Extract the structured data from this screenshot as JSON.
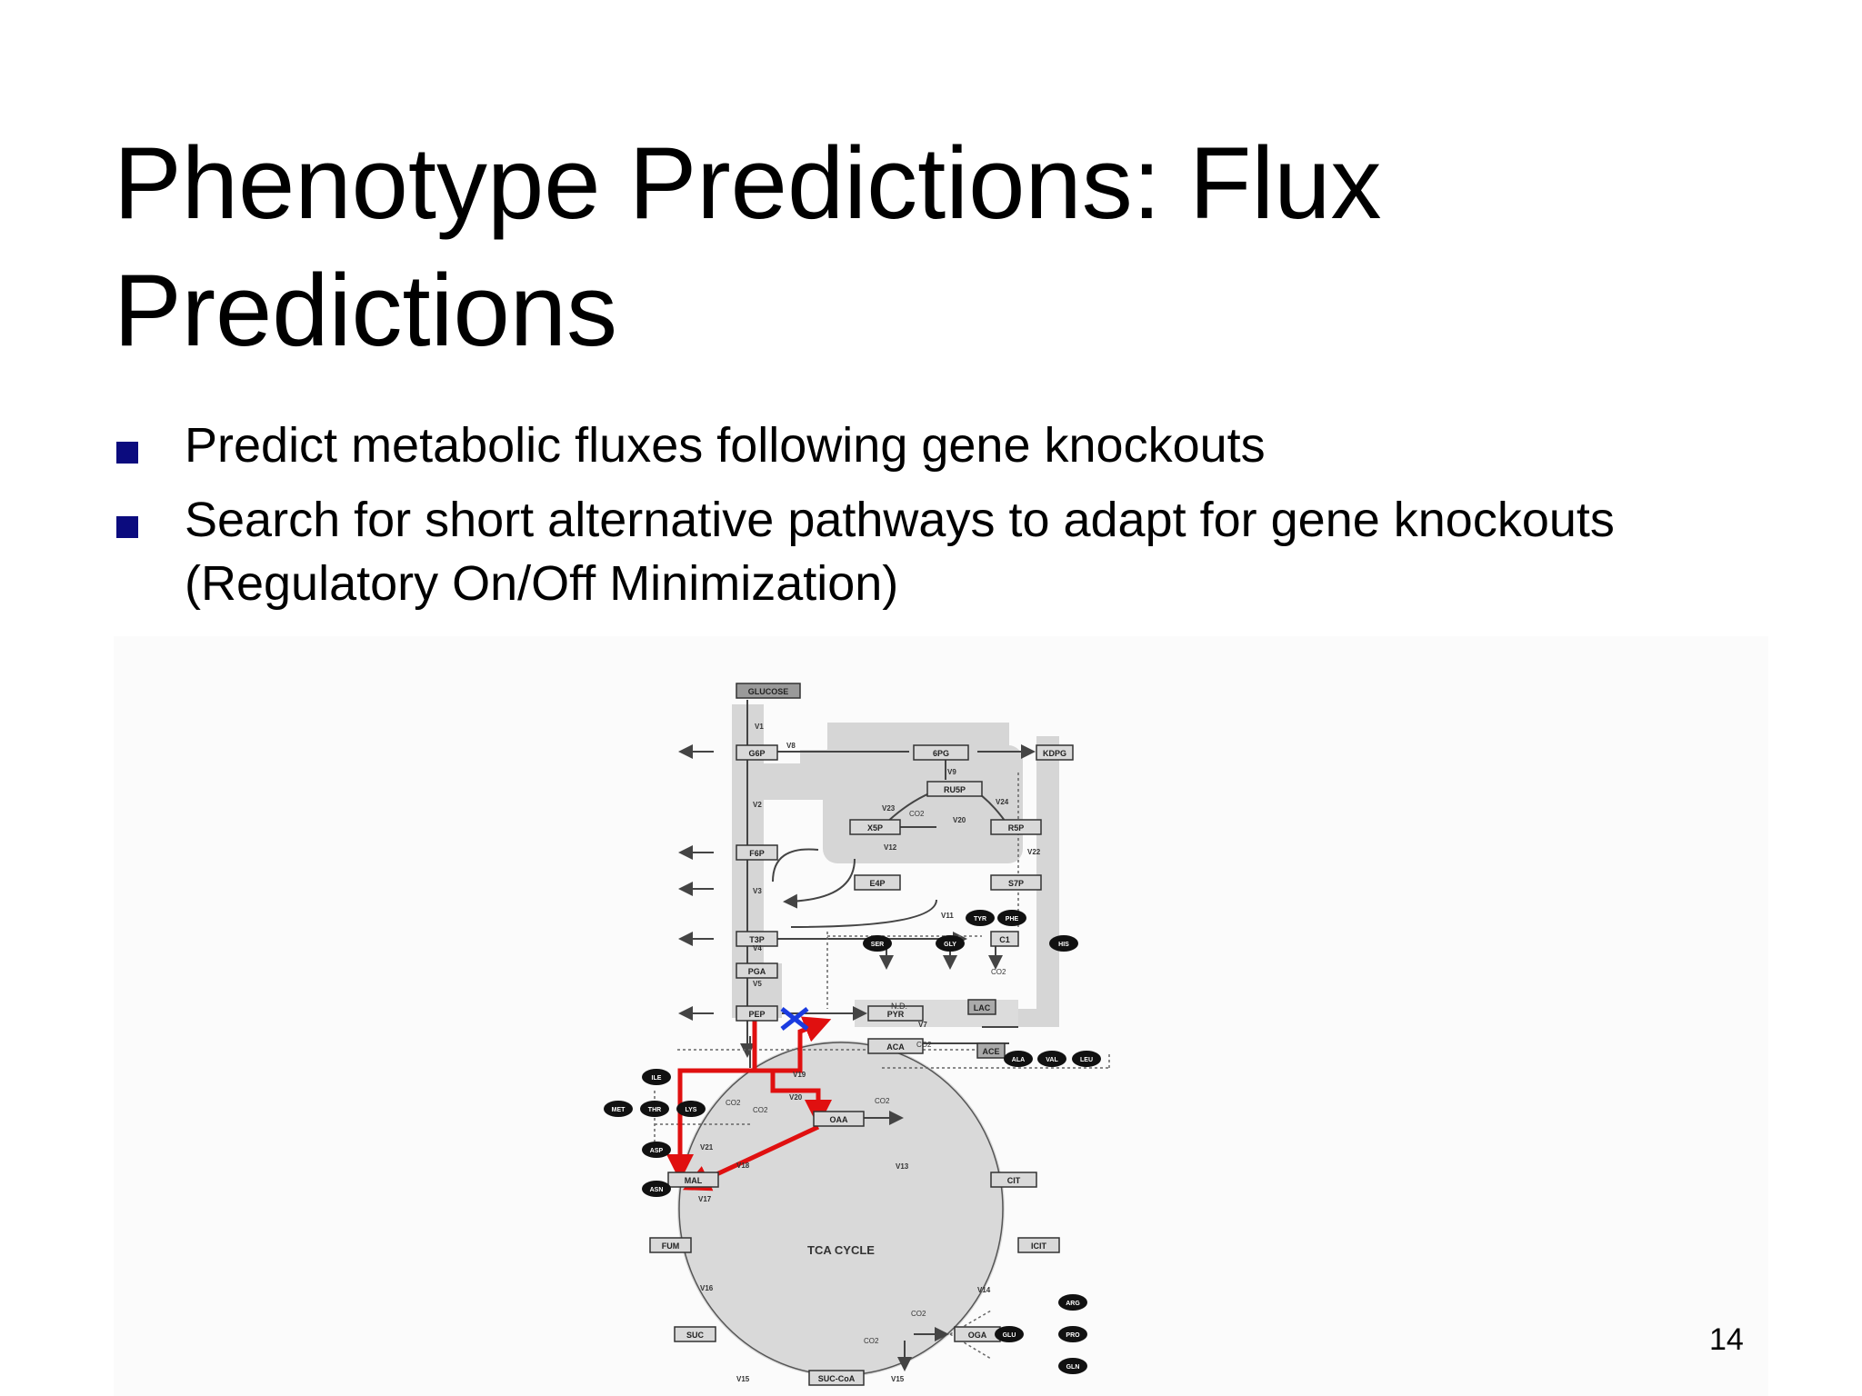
{
  "slide": {
    "title_line1": "Phenotype Predictions: Flux",
    "title_line2": "Predictions",
    "bullets": [
      {
        "text": "Predict metabolic fluxes following gene knockouts"
      },
      {
        "line1": "Search for short alternative pathways to adapt for gene knockouts",
        "line2": "(Regulatory On/Off Minimization)"
      }
    ],
    "page_number": "14"
  },
  "diagram": {
    "boxes": {
      "glucose": "GLUCOSE",
      "g6p": "G6P",
      "f6p": "F6P",
      "t3p": "T3P",
      "pga": "PGA",
      "pep": "PEP",
      "6pg": "6PG",
      "ru5p": "RU5P",
      "x5p": "X5P",
      "r5p": "R5P",
      "e4p": "E4P",
      "s7p": "S7P",
      "kdpg": "KDPG",
      "pyr": "PYR",
      "aca": "ACA",
      "lac": "LAC",
      "ace": "ACE",
      "c1": "C1",
      "oaa": "OAA",
      "mal": "MAL",
      "fum": "FUM",
      "suc": "SUC",
      "succoa": "SUC-CoA",
      "oga": "OGA",
      "icit": "ICIT",
      "cit": "CIT"
    },
    "amino_acids": {
      "tyr": "TYR",
      "phe": "PHE",
      "ser": "SER",
      "gly": "GLY",
      "his": "HIS",
      "ala": "ALA",
      "val": "VAL",
      "leu": "LEU",
      "ile": "ILE",
      "met": "MET",
      "thr": "THR",
      "lys": "LYS",
      "asp": "ASP",
      "asn": "ASN",
      "glu": "GLU",
      "arg": "ARG",
      "pro": "PRO",
      "gln": "GLN"
    },
    "flux_labels": {
      "v1": "V1",
      "v8": "V8",
      "v9": "V9",
      "v2": "V2",
      "v23": "V23",
      "v24": "V24",
      "v20a": "V20",
      "v12": "V12",
      "v22": "V22",
      "v3": "V3",
      "v11": "V11",
      "v4": "V4",
      "v5": "V5",
      "v7": "V7",
      "v19": "V19",
      "v20b": "V20",
      "v21": "V21",
      "v18": "V18",
      "v13": "V13",
      "v17": "V17",
      "v16": "V16",
      "v15a": "V15",
      "v15b": "V15",
      "v14": "V14"
    },
    "co2": "CO2",
    "nd": "N.D.",
    "tca": "TCA CYCLE",
    "knockout_mark": "X",
    "colors": {
      "alt_path": "#e01010",
      "knockout": "#1a3be0",
      "box": "#d9d9d9",
      "region": "#d3d3d3",
      "aa": "#111111"
    },
    "alt_path_description_shown": false
  }
}
